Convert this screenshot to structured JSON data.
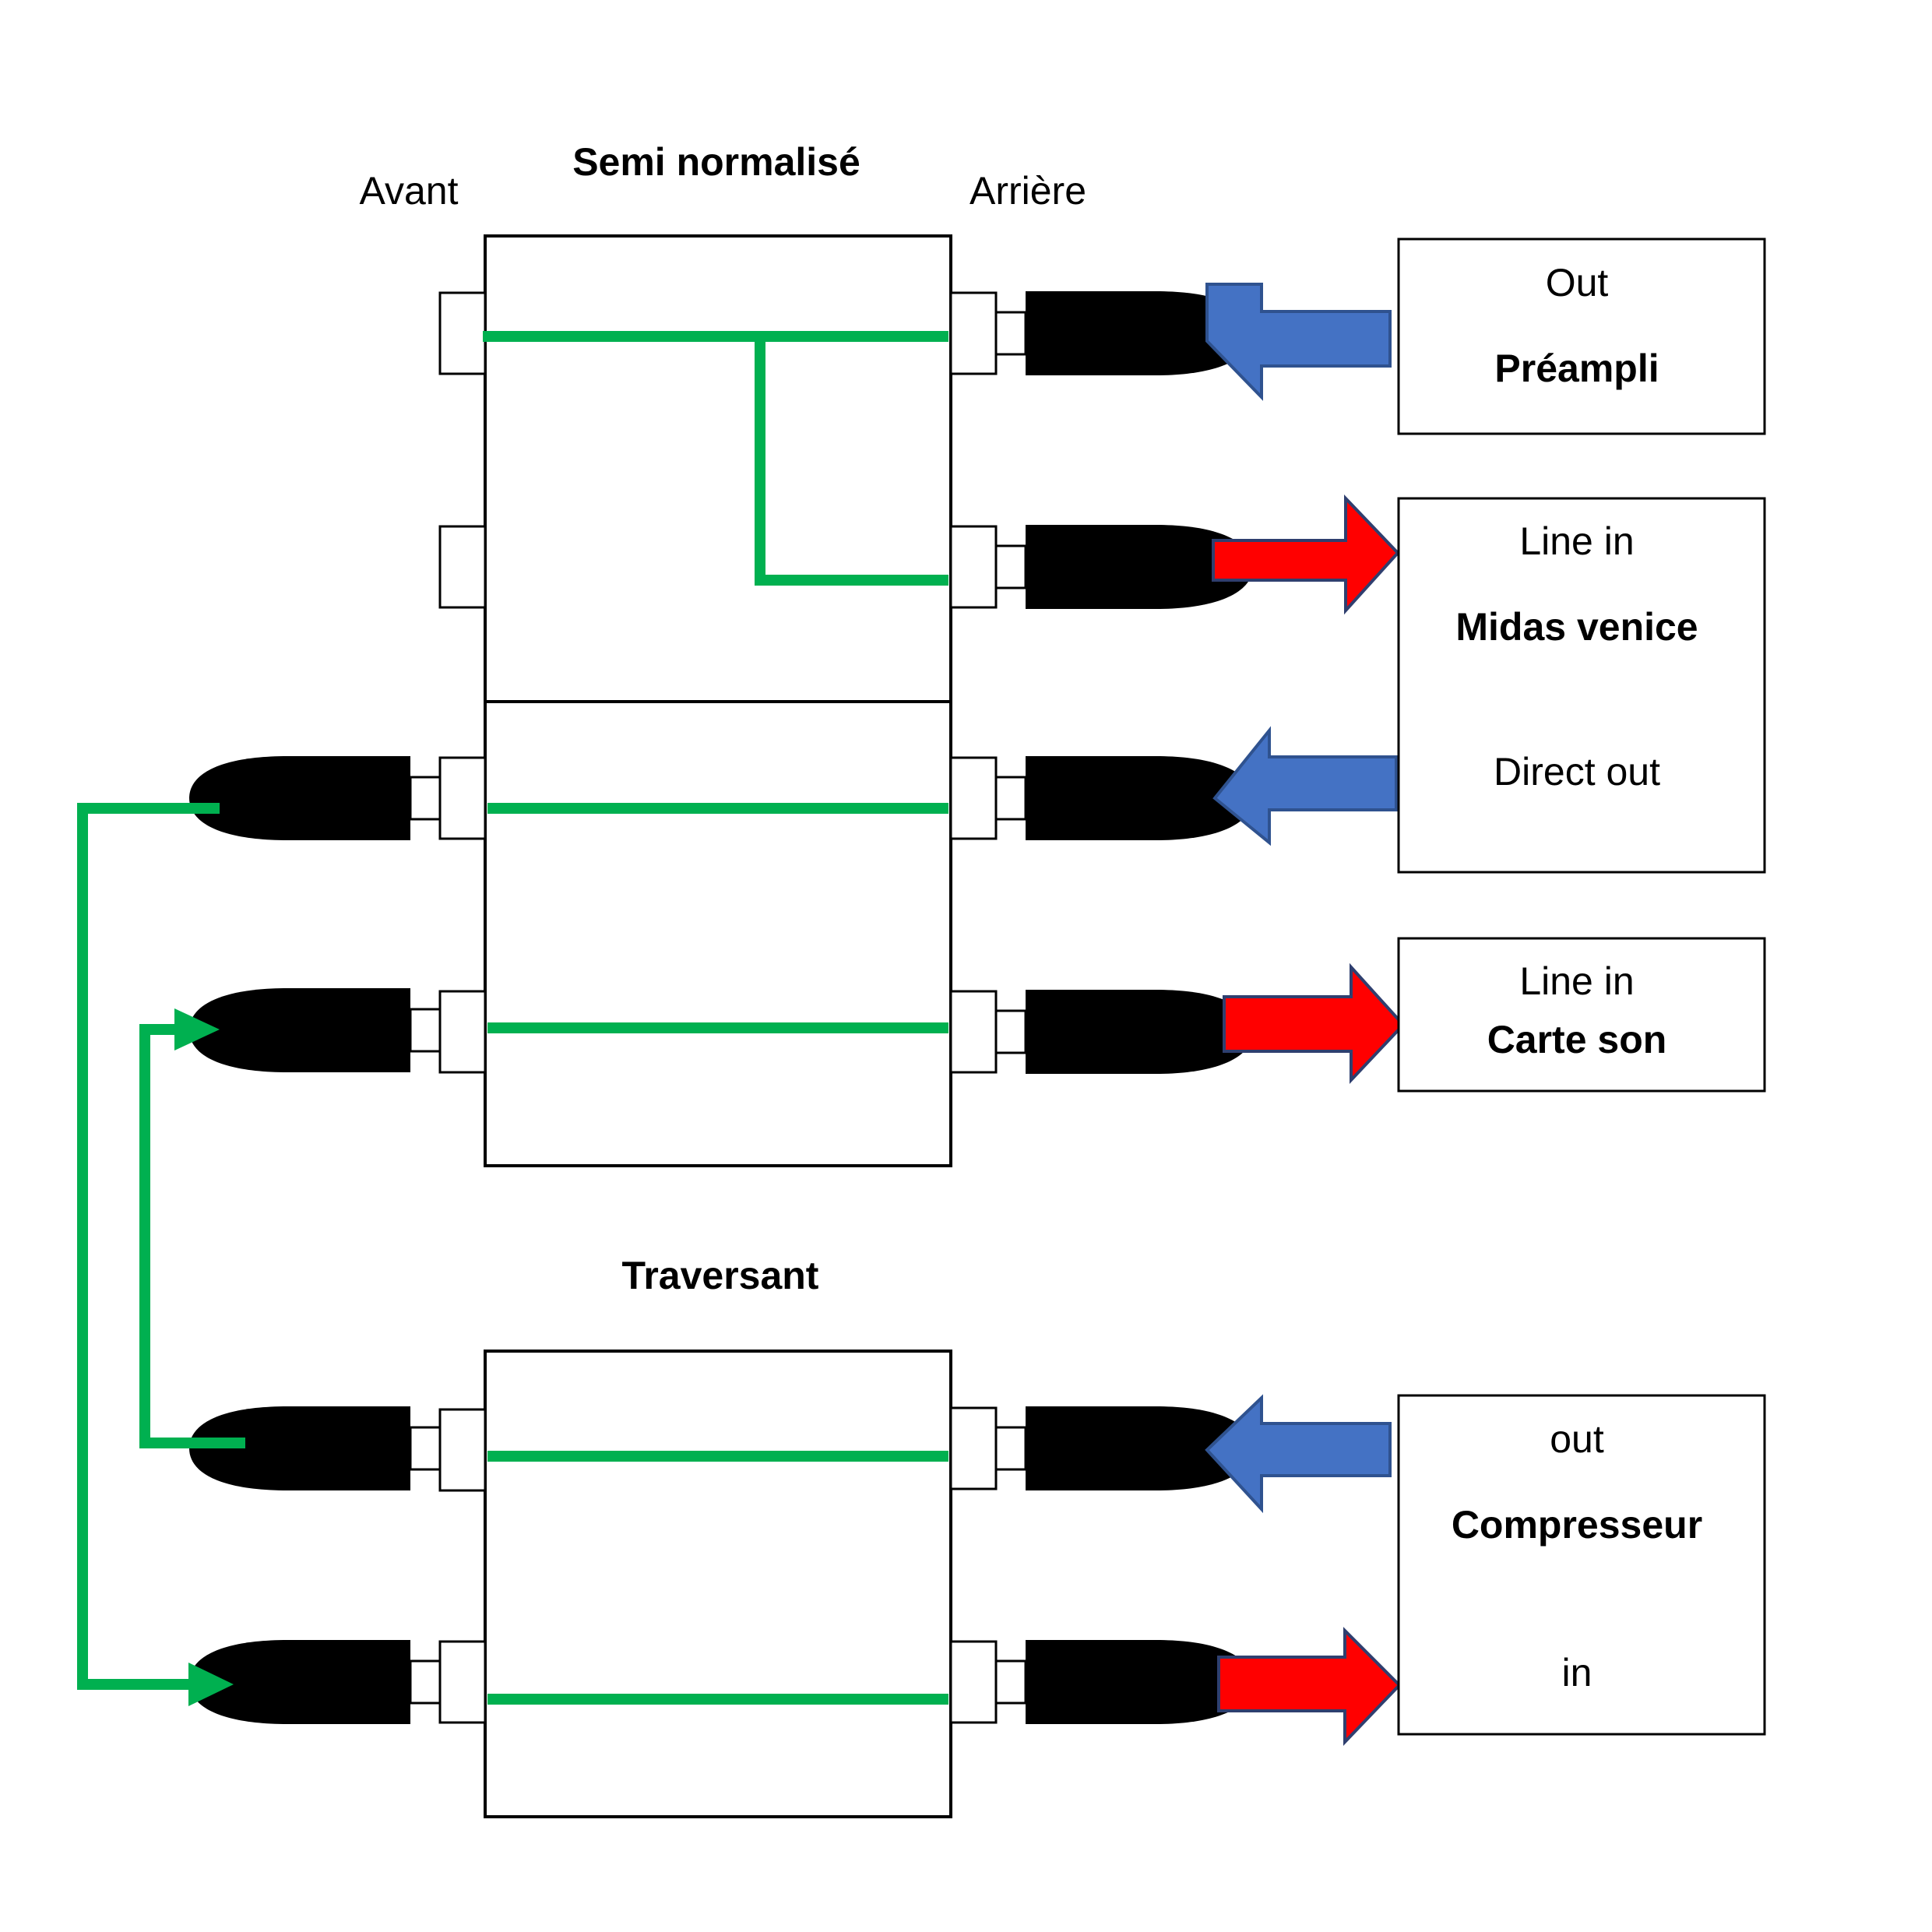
{
  "headings": {
    "avant": "Avant",
    "semi_normalise": "Semi normalisé",
    "arriere": "Arrière",
    "traversant": "Traversant"
  },
  "devices": {
    "preampli": {
      "port": "Out",
      "name": "Préampli"
    },
    "midas": {
      "port_in": "Line in",
      "name": "Midas venice",
      "port_out": "Direct out"
    },
    "carte_son": {
      "port": "Line in",
      "name": "Carte son"
    },
    "compresseur": {
      "port_out": "out",
      "name": "Compresseur",
      "port_in": "in"
    }
  },
  "colors": {
    "wire": "#00b050",
    "arrow_out": "#4472c4",
    "arrow_out_stroke": "#2f528f",
    "arrow_in": "#ff0000",
    "arrow_in_stroke": "#2f3f6f",
    "plug": "#000000"
  }
}
